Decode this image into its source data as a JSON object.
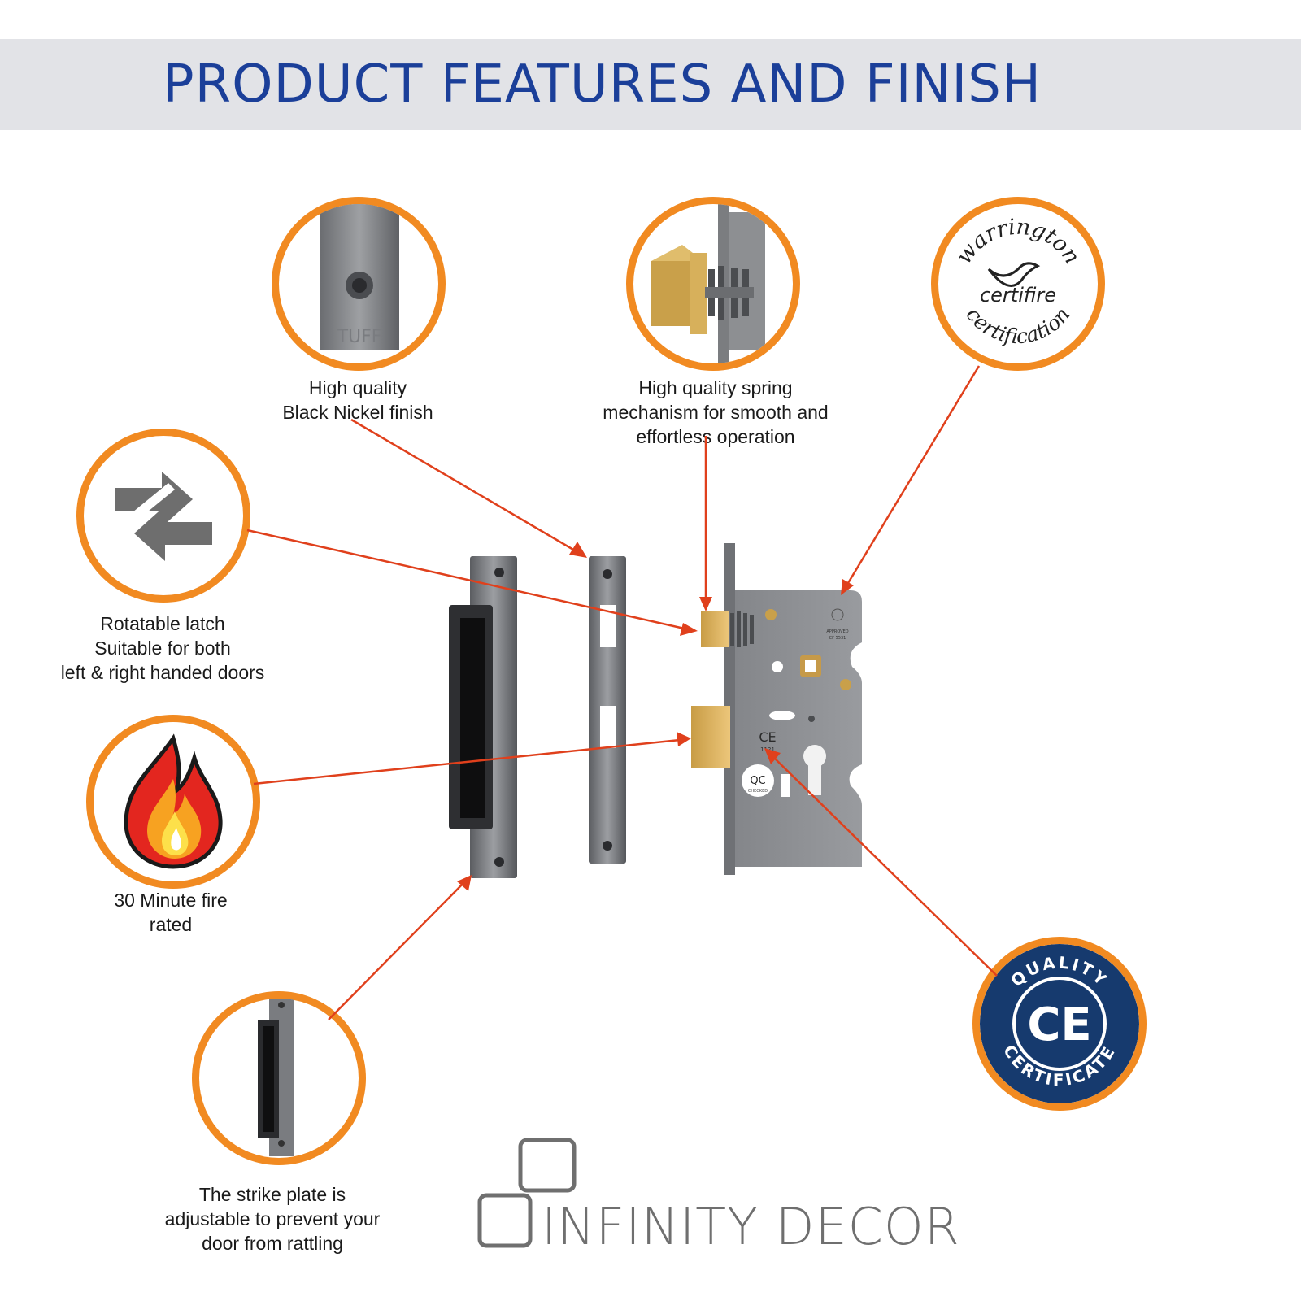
{
  "banner": {
    "title": "PRODUCT FEATURES AND FINISH"
  },
  "features": {
    "finish": {
      "lines": [
        "High quality",
        "Black Nickel finish"
      ],
      "plate_stamp": "TUFF"
    },
    "spring": {
      "lines": [
        "High quality spring",
        "mechanism for smooth and",
        "effortless operation"
      ]
    },
    "latch": {
      "lines": [
        "Rotatable latch",
        "Suitable for both",
        "left & right handed doors"
      ]
    },
    "fire": {
      "lines": [
        "30 Minute fire",
        "rated"
      ]
    },
    "strike": {
      "lines": [
        "The strike plate is",
        "adjustable to prevent your",
        "door from rattling"
      ]
    }
  },
  "badges": {
    "warrington": {
      "top": "warrington",
      "middle": "certifire",
      "bottom": "certification"
    },
    "ce": {
      "top": "QUALITY",
      "mark": "CE",
      "bottom": "CERTIFICATE"
    }
  },
  "lock_labels": {
    "ce_mark": "CE",
    "qc": "QC",
    "qc_sub": "CHECKED",
    "serial": "1121",
    "approved": "APPROVED",
    "code": "CF 5531"
  },
  "logo": {
    "text": "INFINITY DECOR"
  },
  "colors": {
    "accent": "#f18a21",
    "title": "#1b3f99",
    "arrow": "#e0401c",
    "badge_navy": "#163a6e"
  }
}
